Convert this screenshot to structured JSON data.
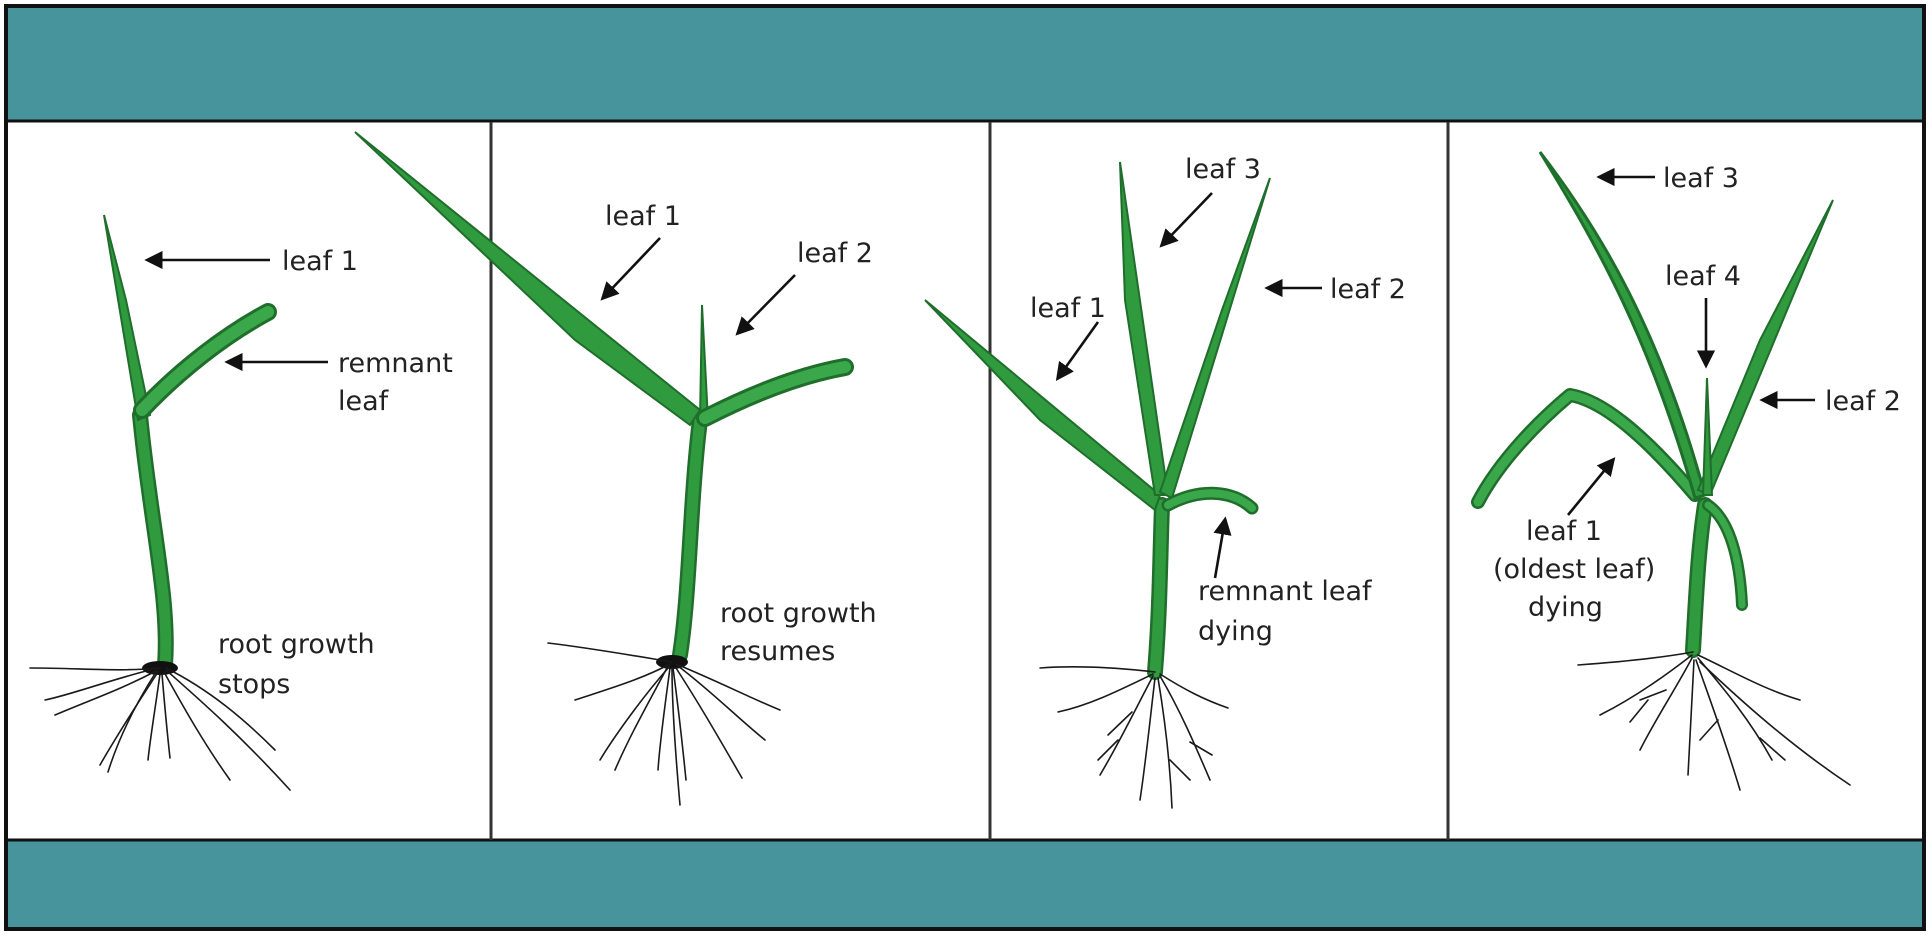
{
  "colors": {
    "band": "#47949c",
    "border": "#111111",
    "divider": "#333333",
    "leaf_green": "#2f9a3e",
    "leaf_dark": "#1f6e2b",
    "background": "#ffffff"
  },
  "panels": [
    {
      "labels": {
        "leaf1": "leaf 1",
        "remnant_1": "remnant",
        "remnant_2": "leaf",
        "root_1": "root growth",
        "root_2": "stops"
      }
    },
    {
      "labels": {
        "leaf1": "leaf 1",
        "leaf2": "leaf 2",
        "root_1": "root growth",
        "root_2": "resumes"
      }
    },
    {
      "labels": {
        "leaf1": "leaf 1",
        "leaf2": "leaf 2",
        "leaf3": "leaf 3",
        "remnant_1": "remnant leaf",
        "remnant_2": "dying"
      }
    },
    {
      "labels": {
        "leaf1_1": "leaf 1",
        "leaf1_2": "(oldest leaf)",
        "leaf1_3": "dying",
        "leaf2": "leaf 2",
        "leaf3": "leaf 3",
        "leaf4": "leaf 4"
      }
    }
  ]
}
